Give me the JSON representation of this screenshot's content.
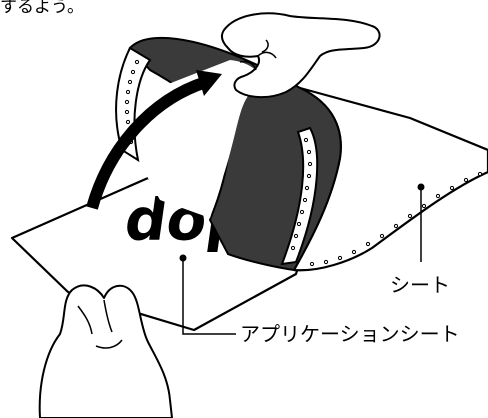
{
  "header_fragment": "するよう。",
  "labels": {
    "sheet": "シート",
    "application_sheet": "アプリケーションシート"
  },
  "print_text": "dop",
  "colors": {
    "ink": "#000000",
    "paper": "#ffffff",
    "dark_panel": "#3a3a3a",
    "outline": "#000000"
  },
  "icons": {
    "top_hand": "peeling-hand",
    "bottom_hand": "holding-hand",
    "arrow": "curved-arrow"
  }
}
